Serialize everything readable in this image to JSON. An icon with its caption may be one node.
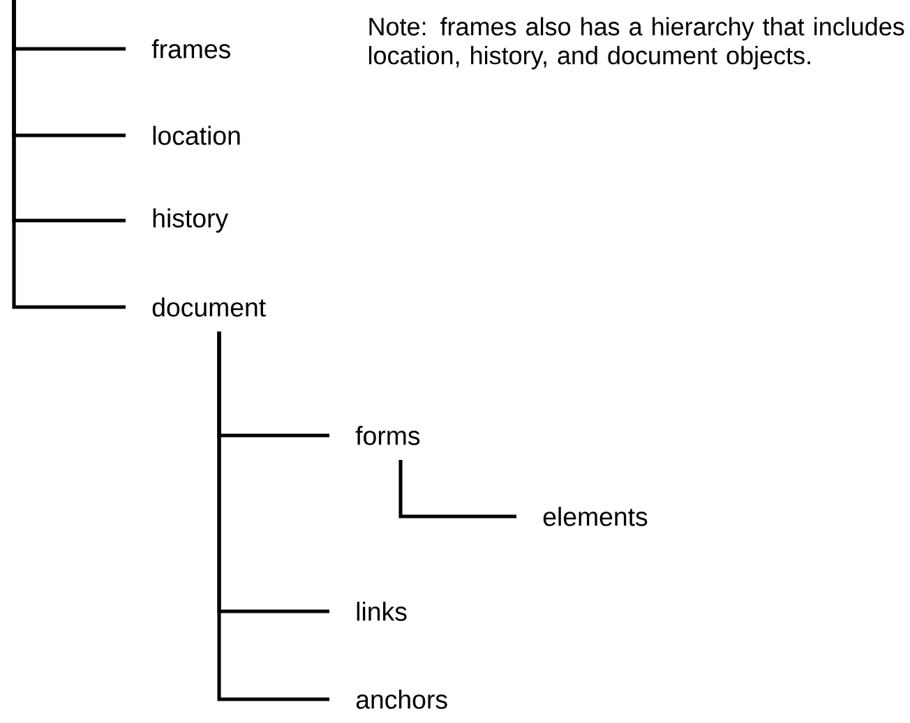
{
  "diagram": {
    "nodes": [
      {
        "text": [
          "frames"
        ]
      },
      {
        "text": [
          "location"
        ]
      },
      {
        "text": [
          "history"
        ]
      },
      {
        "text": [
          "document"
        ]
      },
      {
        "text": [
          "forms"
        ]
      },
      {
        "text": [
          "elements"
        ]
      },
      {
        "text": [
          "links"
        ]
      },
      {
        "text": [
          "anchors"
        ]
      }
    ],
    "edges": [
      {
        "from": null,
        "to": 0,
        "arrow": "none"
      },
      {
        "from": null,
        "to": 1,
        "arrow": "none"
      },
      {
        "from": null,
        "to": 2,
        "arrow": "none"
      },
      {
        "from": null,
        "to": 3,
        "arrow": "none"
      },
      {
        "from": 3,
        "to": 4,
        "arrow": "none"
      },
      {
        "from": 4,
        "to": 5,
        "arrow": "none"
      },
      {
        "from": 3,
        "to": 6,
        "arrow": "none"
      },
      {
        "from": 3,
        "to": 7,
        "arrow": "none"
      }
    ],
    "labels": [
      "Note: frames also has a hierarchy that includes location, history, and document objects."
    ]
  }
}
